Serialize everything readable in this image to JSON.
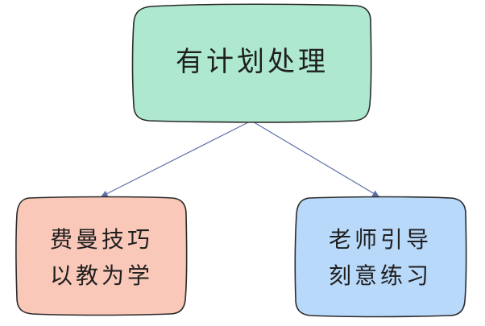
{
  "diagram": {
    "root": {
      "label": "有计划处理",
      "fill": "#aee8cf",
      "stroke": "#2b2b2b"
    },
    "children": [
      {
        "lines": [
          "费曼技巧",
          "以教为学"
        ],
        "fill": "#fac8b8",
        "stroke": "#2b2b2b"
      },
      {
        "lines": [
          "老师引导",
          "刻意练习"
        ],
        "fill": "#b9d9fb",
        "stroke": "#2b2b2b"
      }
    ],
    "connector_color": "#5d6fa7"
  }
}
